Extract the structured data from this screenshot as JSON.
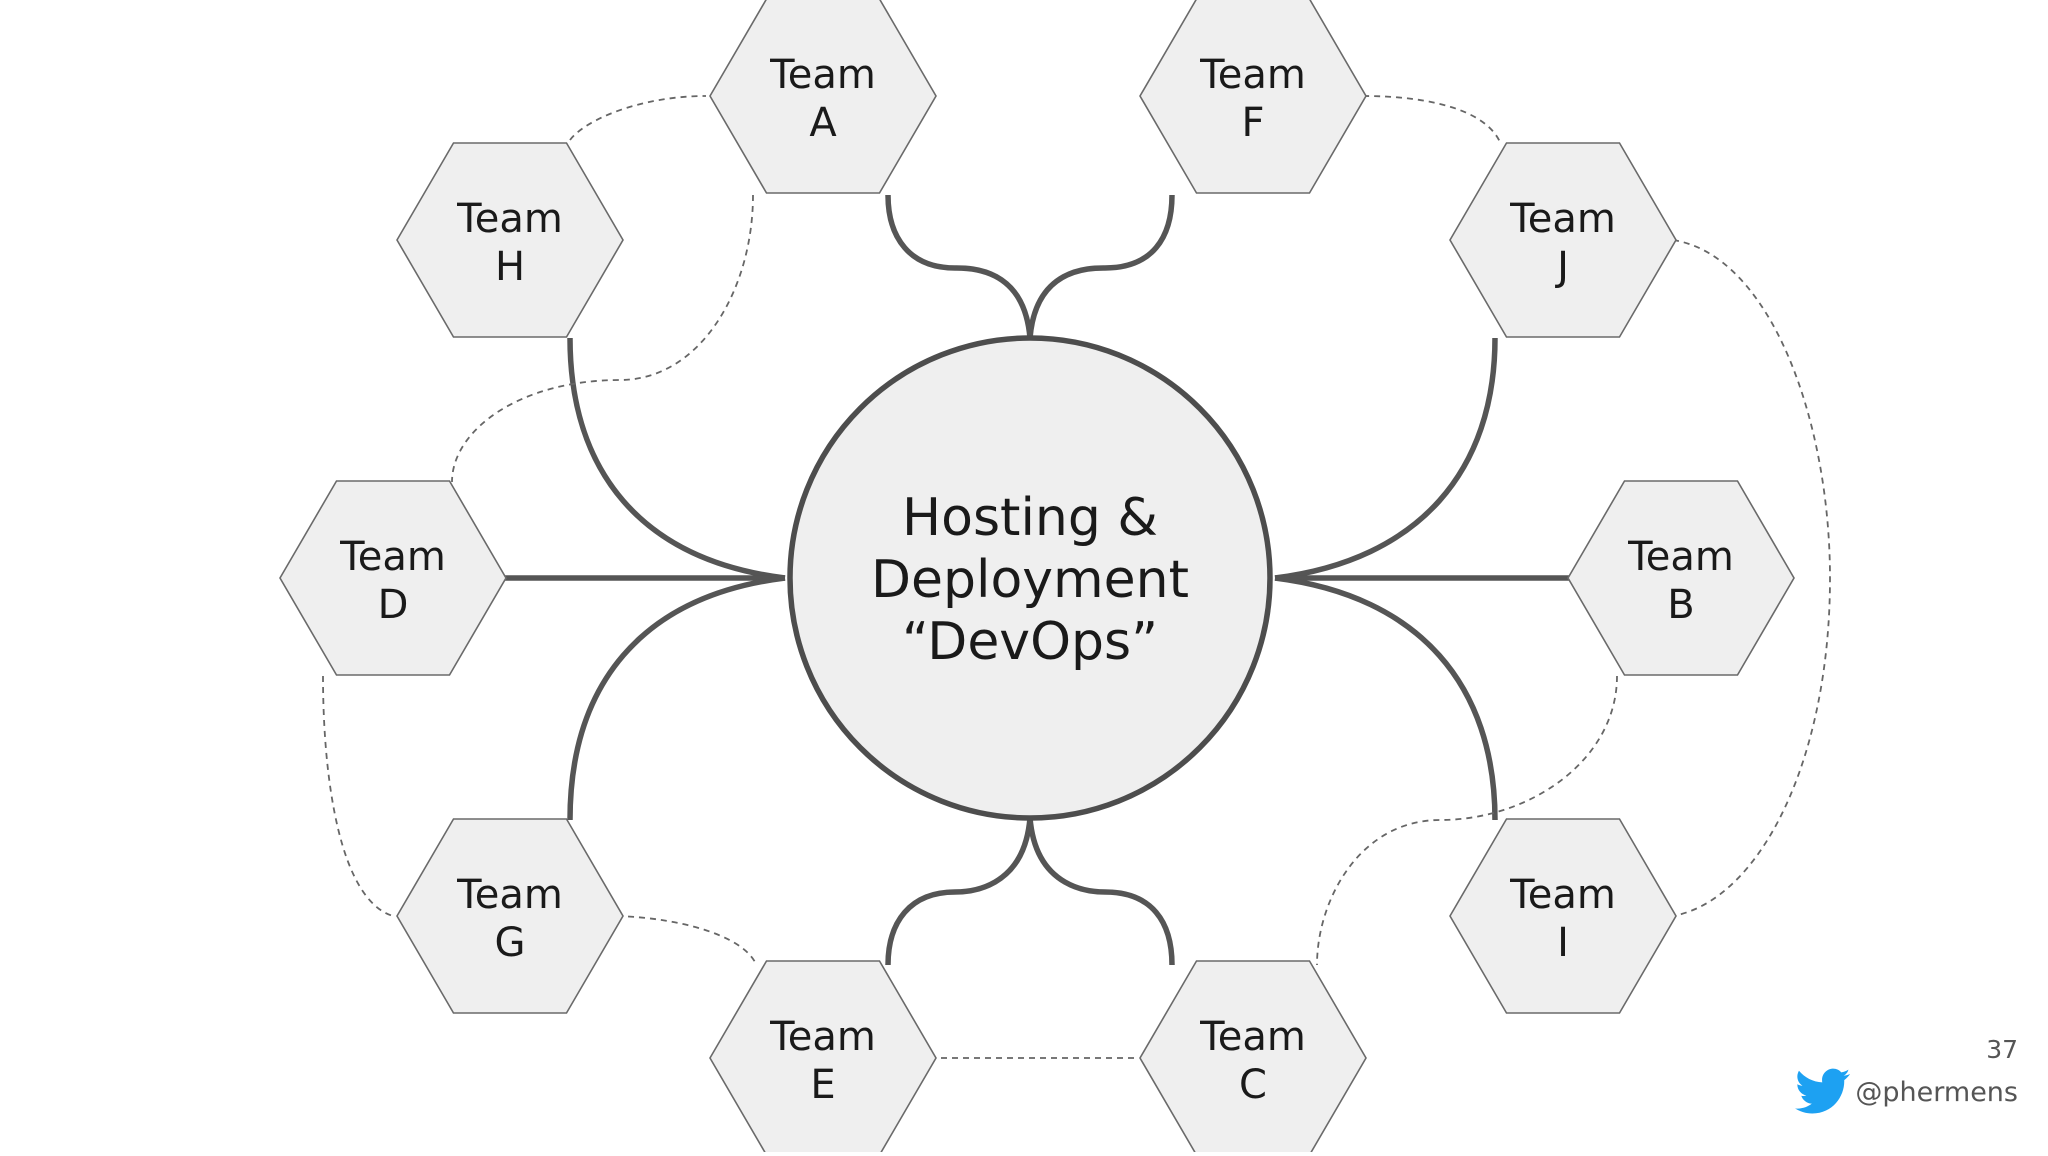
{
  "hub": {
    "lines": [
      "Hosting &",
      "Deployment",
      "“DevOps”"
    ]
  },
  "teams": [
    {
      "id": "A",
      "line1": "Team",
      "line2": "A"
    },
    {
      "id": "F",
      "line1": "Team",
      "line2": "F"
    },
    {
      "id": "H",
      "line1": "Team",
      "line2": "H"
    },
    {
      "id": "J",
      "line1": "Team",
      "line2": "J"
    },
    {
      "id": "D",
      "line1": "Team",
      "line2": "D"
    },
    {
      "id": "B",
      "line1": "Team",
      "line2": "B"
    },
    {
      "id": "G",
      "line1": "Team",
      "line2": "G"
    },
    {
      "id": "I",
      "line1": "Team",
      "line2": "I"
    },
    {
      "id": "E",
      "line1": "Team",
      "line2": "E"
    },
    {
      "id": "C",
      "line1": "Team",
      "line2": "C"
    }
  ],
  "connections": [
    {
      "from": "Hub",
      "to": "A",
      "style": "solid"
    },
    {
      "from": "Hub",
      "to": "F",
      "style": "solid"
    },
    {
      "from": "Hub",
      "to": "H",
      "style": "solid"
    },
    {
      "from": "Hub",
      "to": "J",
      "style": "solid"
    },
    {
      "from": "Hub",
      "to": "D",
      "style": "solid"
    },
    {
      "from": "Hub",
      "to": "B",
      "style": "solid"
    },
    {
      "from": "Hub",
      "to": "G",
      "style": "solid"
    },
    {
      "from": "Hub",
      "to": "I",
      "style": "solid"
    },
    {
      "from": "Hub",
      "to": "E",
      "style": "solid"
    },
    {
      "from": "Hub",
      "to": "C",
      "style": "solid"
    },
    {
      "from": "H",
      "to": "A",
      "style": "dashed"
    },
    {
      "from": "A",
      "to": "D",
      "style": "dashed"
    },
    {
      "from": "F",
      "to": "J",
      "style": "dashed"
    },
    {
      "from": "J",
      "to": "I",
      "style": "dashed"
    },
    {
      "from": "B",
      "to": "C",
      "style": "dashed"
    },
    {
      "from": "D",
      "to": "G",
      "style": "dashed"
    },
    {
      "from": "G",
      "to": "E",
      "style": "dashed"
    },
    {
      "from": "E",
      "to": "C",
      "style": "dashed"
    }
  ],
  "footer": {
    "slide_number": "37",
    "twitter_icon": "twitter-bird-icon",
    "handle": "@phermens"
  },
  "colors": {
    "fill": "#efefef",
    "stroke": "#555555",
    "twitter": "#1da1f2"
  }
}
